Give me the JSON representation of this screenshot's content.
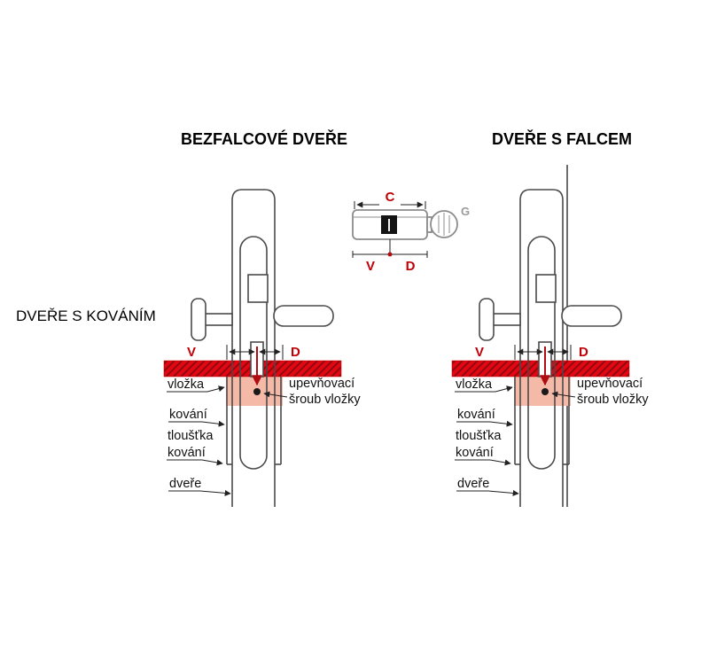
{
  "header": {
    "title_left": "BEZFALCOVÉ DVEŘE",
    "title_right": "DVEŘE S FALCEM",
    "side_label": "DVEŘE S KOVÁNÍM"
  },
  "inset": {
    "c": "C",
    "v": "V",
    "d": "D",
    "g": "G"
  },
  "diagram": {
    "dim_v": "V",
    "dim_d": "D",
    "label_vlozka": "vložka",
    "label_upevnovaci_1": "upevňovací",
    "label_upevnovaci_2": "šroub vložky",
    "label_kovani": "kování",
    "label_tloustka_1": "tloušťka",
    "label_tloustka_2": "kování",
    "label_dvere": "dveře"
  },
  "colors": {
    "accent_red": "#c00007",
    "bar_red": "#e30613",
    "bar_hatch_red": "#8f0a0e",
    "fitting_pink": "#f5b9a8",
    "line_gray": "#4a4a4a",
    "inset_gray": "#8c8c8c"
  }
}
